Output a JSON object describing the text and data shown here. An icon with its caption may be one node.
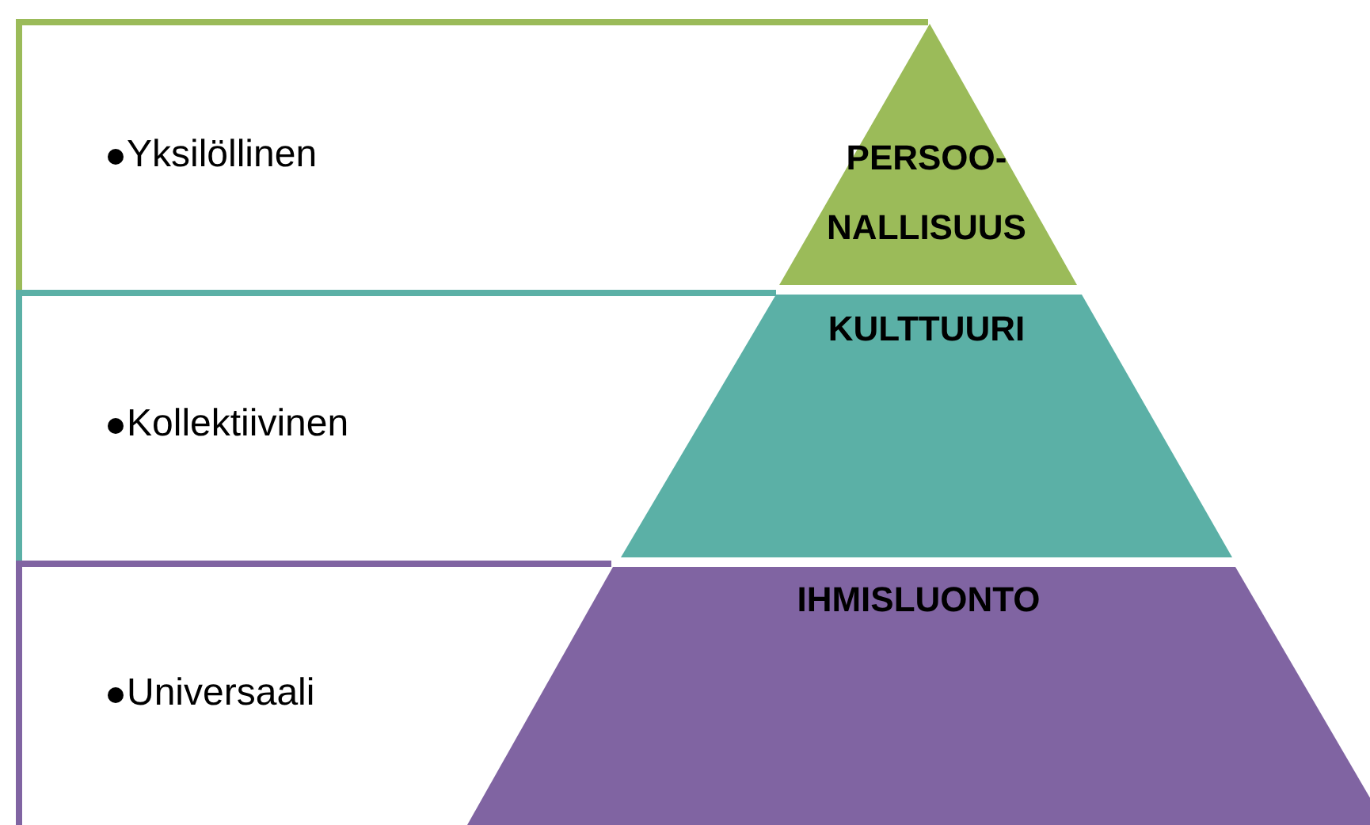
{
  "diagram": {
    "nodes": [
      {
        "text": [
          "Yksilöllinen"
        ]
      },
      {
        "text": [
          "PERSOO- NALLISUUS"
        ]
      },
      {
        "text": [
          "Kollektiivinen"
        ]
      },
      {
        "text": [
          "KULTTUURI"
        ]
      },
      {
        "text": [
          "Universaali"
        ]
      },
      {
        "text": [
          "IHMISLUONTO"
        ]
      }
    ]
  }
}
